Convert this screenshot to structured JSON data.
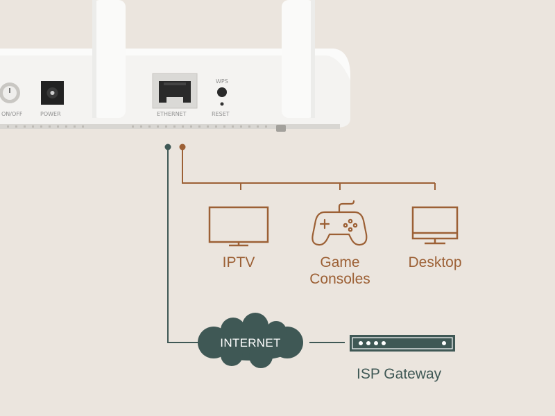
{
  "router": {
    "ports": {
      "on_off": "ON/OFF",
      "power": "POWER",
      "ethernet": "ETHERNET",
      "wps": "WPS",
      "reset": "RESET"
    }
  },
  "devices": [
    {
      "label_line1": "IPTV",
      "label_line2": "",
      "icon": "tv-icon"
    },
    {
      "label_line1": "Game",
      "label_line2": "Consoles",
      "icon": "gamepad-icon"
    },
    {
      "label_line1": "Desktop",
      "label_line2": "",
      "icon": "monitor-icon"
    }
  ],
  "internet": {
    "label": "INTERNET"
  },
  "gateway": {
    "label": "ISP Gateway"
  },
  "colors": {
    "background": "#ebe5de",
    "lan_line": "#9c6035",
    "wan_line": "#3f5855",
    "router_body": "#f4f3f1"
  }
}
